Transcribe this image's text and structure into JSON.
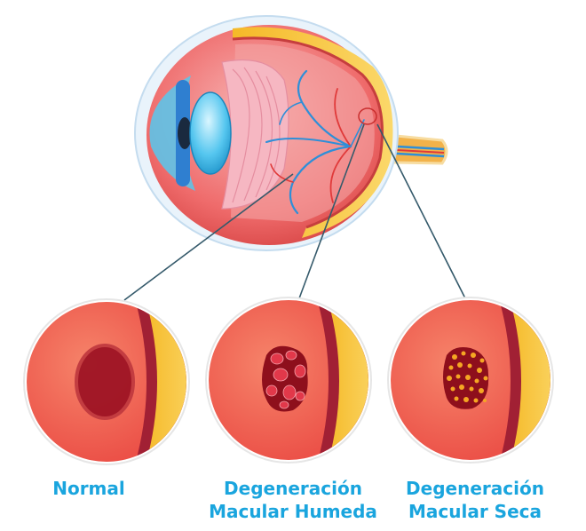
{
  "colors": {
    "label_text": "#1aa5de",
    "sclera": "#f06565",
    "retina_gold": "#f7c744",
    "vessel_blue": "#2e8fd8",
    "lens_blue": "#4cc3ee",
    "muscle_pink": "#f6b7c2",
    "lesion_dark": "#8e0f1c",
    "pointer_line": "#355a6b"
  },
  "icons": [
    "eye-anatomy-illustration",
    "macula-normal-detail",
    "macula-wet-amd-detail",
    "macula-dry-amd-detail"
  ],
  "panels": [
    {
      "id": "normal",
      "lines": [
        "Normal"
      ]
    },
    {
      "id": "wet",
      "lines": [
        "Degeneración",
        "Macular Humeda"
      ]
    },
    {
      "id": "dry",
      "lines": [
        "Degeneración",
        "Macular Seca"
      ]
    }
  ]
}
